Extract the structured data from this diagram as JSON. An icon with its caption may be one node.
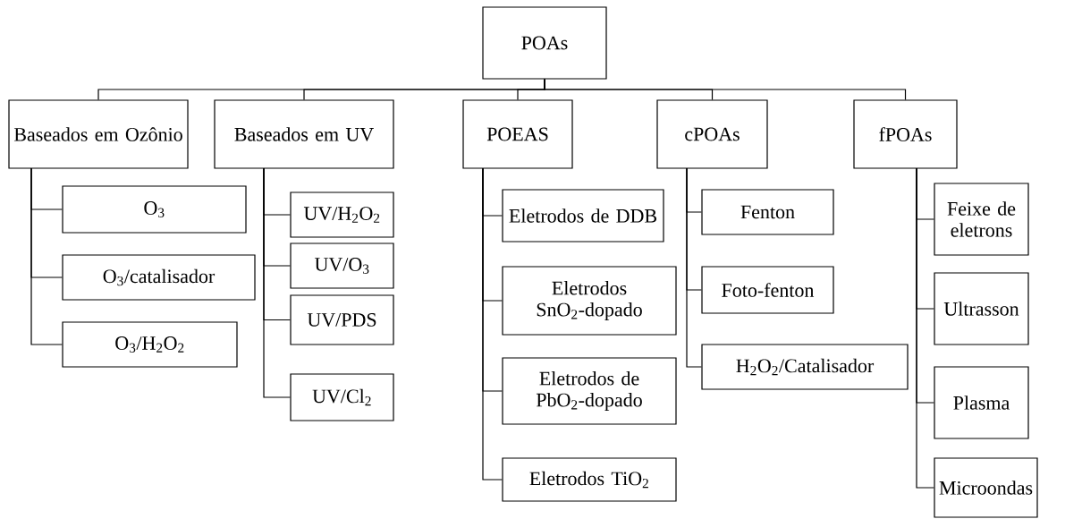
{
  "diagram": {
    "nodes": [
      {
        "text": [
          "POAs"
        ]
      },
      {
        "text": [
          "Baseados em Ozônio"
        ]
      },
      {
        "text": [
          "Baseados em UV"
        ]
      },
      {
        "text": [
          "POEAS"
        ]
      },
      {
        "text": [
          "cPOAs"
        ]
      },
      {
        "text": [
          "fPOAs"
        ]
      },
      {
        "text": [
          "O$_{3}$"
        ]
      },
      {
        "text": [
          "O$_{3}$/catalisador"
        ]
      },
      {
        "text": [
          "O$_{3}$/H$_{2}$O$_{2}$"
        ]
      },
      {
        "text": [
          "UV/H$_{2}$O$_{2}$"
        ]
      },
      {
        "text": [
          "UV/O$_{3}$"
        ]
      },
      {
        "text": [
          "UV/PDS"
        ]
      },
      {
        "text": [
          "UV/Cl$_{2}$"
        ]
      },
      {
        "text": [
          "Eletrodos de DDB"
        ]
      },
      {
        "text": [
          "Eletrodos SnO$_{2}$-dopado"
        ]
      },
      {
        "text": [
          "Eletrodos de PbO$_{2}$-dopado"
        ]
      },
      {
        "text": [
          "Eletrodos TiO$_{2}$"
        ]
      },
      {
        "text": [
          "Fenton"
        ]
      },
      {
        "text": [
          "Foto-fenton"
        ]
      },
      {
        "text": [
          "H$_{2}$O$_{2}$/Catalisador"
        ]
      },
      {
        "text": [
          "Feixe de eletrons"
        ]
      },
      {
        "text": [
          "Ultrasson"
        ]
      },
      {
        "text": [
          "Plasma"
        ]
      },
      {
        "text": [
          "Microondas"
        ]
      }
    ],
    "edges": [
      {
        "from": 0,
        "to": 1,
        "arrow": "none"
      },
      {
        "from": 0,
        "to": 2,
        "arrow": "none"
      },
      {
        "from": 0,
        "to": 3,
        "arrow": "none"
      },
      {
        "from": 0,
        "to": 4,
        "arrow": "none"
      },
      {
        "from": 0,
        "to": 5,
        "arrow": "none"
      },
      {
        "from": 1,
        "to": 6,
        "arrow": "none"
      },
      {
        "from": 1,
        "to": 7,
        "arrow": "none"
      },
      {
        "from": 1,
        "to": 8,
        "arrow": "none"
      },
      {
        "from": 2,
        "to": 9,
        "arrow": "none"
      },
      {
        "from": 2,
        "to": 10,
        "arrow": "none"
      },
      {
        "from": 2,
        "to": 11,
        "arrow": "none"
      },
      {
        "from": 2,
        "to": 12,
        "arrow": "none"
      },
      {
        "from": 3,
        "to": 13,
        "arrow": "none"
      },
      {
        "from": 3,
        "to": 14,
        "arrow": "none"
      },
      {
        "from": 3,
        "to": 15,
        "arrow": "none"
      },
      {
        "from": 3,
        "to": 16,
        "arrow": "none"
      },
      {
        "from": 4,
        "to": 17,
        "arrow": "none"
      },
      {
        "from": 4,
        "to": 18,
        "arrow": "none"
      },
      {
        "from": 4,
        "to": 19,
        "arrow": "none"
      },
      {
        "from": 5,
        "to": 20,
        "arrow": "none"
      },
      {
        "from": 5,
        "to": 21,
        "arrow": "none"
      },
      {
        "from": 5,
        "to": 22,
        "arrow": "none"
      },
      {
        "from": 5,
        "to": 23,
        "arrow": "none"
      }
    ]
  }
}
